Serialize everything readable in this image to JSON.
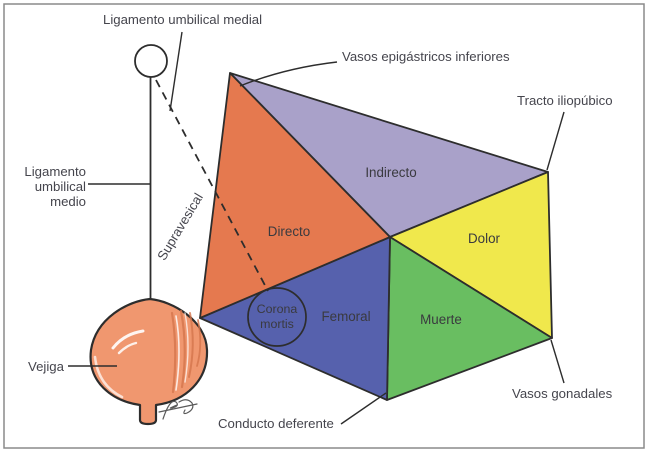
{
  "colors": {
    "directo": "#E5794F",
    "indirecto": "#A9A1C9",
    "dolor": "#F0E84C",
    "muerte": "#69BE61",
    "femoral": "#5661AD",
    "vejiga": "#F0976F",
    "outline": "#2d2d2d",
    "text": "#45454d"
  },
  "zones": {
    "directo": "Directo",
    "indirecto": "Indirecto",
    "dolor": "Dolor",
    "femoral": "Femoral",
    "muerte": "Muerte"
  },
  "labels": {
    "ligamento_umbilical_medial": "Ligamento umbilical medial",
    "vasos_epigastricos_inferiores": "Vasos epigástricos inferiores",
    "tracto_iliopubico": "Tracto iliopúbico",
    "ligamento_umbilical_medio": [
      "Ligamento",
      "umbilical",
      "medio"
    ],
    "supravesical": "Supravesical",
    "vejiga": "Vejiga",
    "corona_mortis": [
      "Corona",
      "mortis"
    ],
    "conducto_deferente": "Conducto deferente",
    "vasos_gonadales": "Vasos gonadales"
  }
}
